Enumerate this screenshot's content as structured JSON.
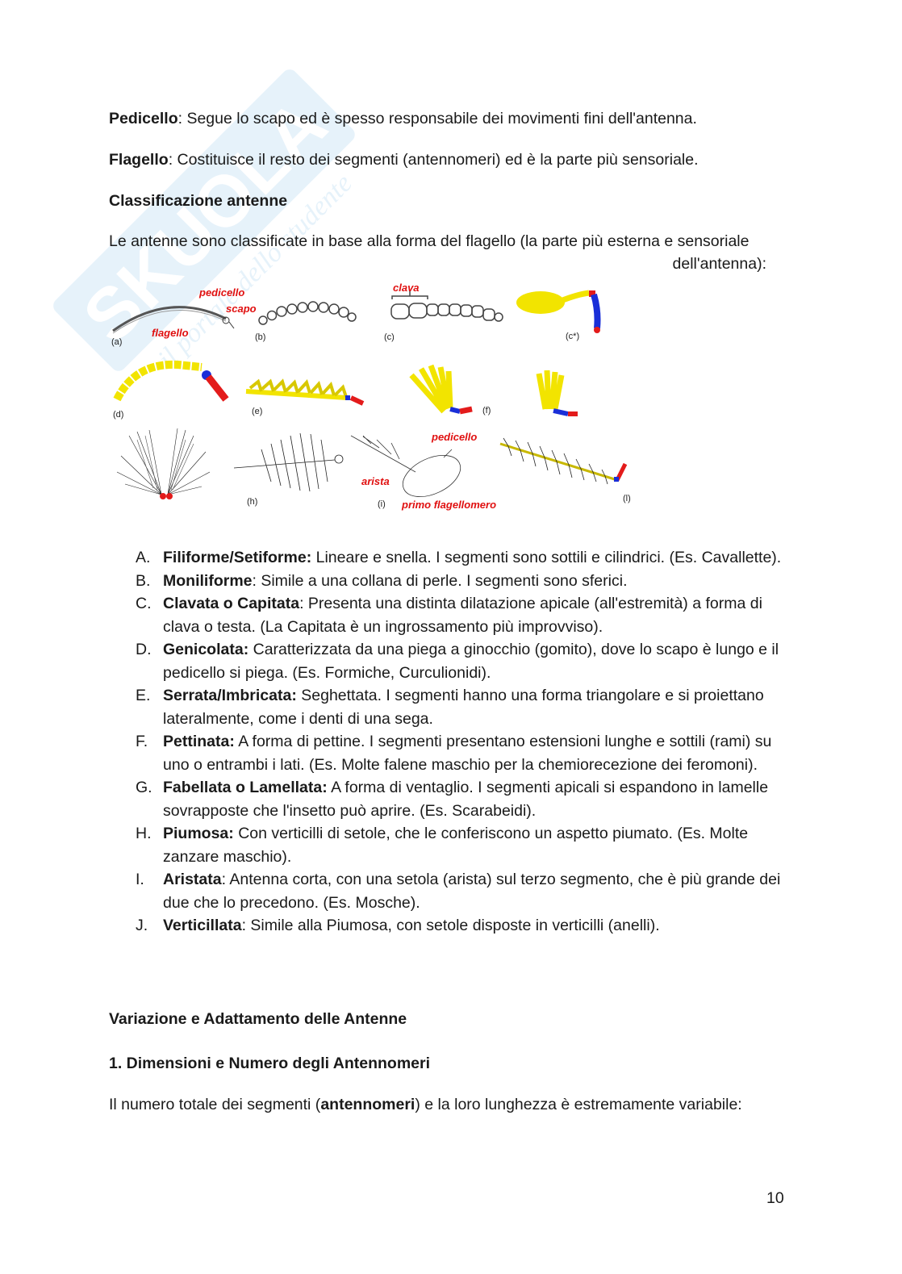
{
  "para1": {
    "term": "Pedicello",
    "text": ": Segue lo scapo ed è spesso responsabile dei movimenti fini dell'antenna."
  },
  "para2": {
    "term": "Flagello",
    "text": ": Costituisce il resto dei segmenti (antennomeri) ed è la parte più sensoriale."
  },
  "heading1": "Classificazione antenne",
  "intro": {
    "line1": "Le antenne sono classificate in base alla forma del flagello (la parte più esterna e sensoriale",
    "line2": "dell'antenna):"
  },
  "figure": {
    "labels": [
      "(a)",
      "(b)",
      "(c)",
      "(c*)",
      "(d)",
      "(e)",
      "(f)",
      "(h)",
      "(i)",
      "(l)"
    ],
    "red_labels": {
      "pedicello": "pedicello",
      "scapo": "scapo",
      "flagello": "flagello",
      "clava": "clava",
      "pedicello2": "pedicello",
      "arista": "arista",
      "primo": "primo flagellomero"
    }
  },
  "list": [
    {
      "marker": "A.",
      "term": "Filiforme/Setiforme:",
      "text": " Lineare e snella. I segmenti sono sottili e cilindrici. (Es. Cavallette)."
    },
    {
      "marker": "B.",
      "term": "Moniliforme",
      "text": ": Simile a una collana di perle. I segmenti sono sferici."
    },
    {
      "marker": "C.",
      "term": "Clavata o Capitata",
      "text": ": Presenta una distinta dilatazione apicale (all'estremità) a forma di clava o testa. (La Capitata è un ingrossamento più improvviso)."
    },
    {
      "marker": "D.",
      "term": "Genicolata:",
      "text": " Caratterizzata da una piega a ginocchio (gomito), dove lo scapo è lungo e il pedicello si piega. (Es. Formiche, Curculionidi)."
    },
    {
      "marker": "E.",
      "term": "Serrata/Imbricata:",
      "text": " Seghettata. I segmenti hanno una forma triangolare e si proiettano lateralmente, come i denti di una sega."
    },
    {
      "marker": "F.",
      "term": "Pettinata:",
      "text": " A forma di pettine. I segmenti presentano estensioni lunghe e sottili (rami) su uno o entrambi i lati. (Es. Molte falene maschio per la chemiorecezione dei feromoni)."
    },
    {
      "marker": "G.",
      "term": "Fabellata o Lamellata:",
      "text": " A forma di ventaglio. I segmenti apicali si espandono in lamelle sovrapposte che l'insetto può aprire. (Es. Scarabeidi)."
    },
    {
      "marker": "H.",
      "term": "Piumosa:",
      "text": " Con verticilli di setole, che le conferiscono un aspetto piumato. (Es. Molte zanzare maschio)."
    },
    {
      "marker": "I.",
      "term": "Aristata",
      "text": ": Antenna corta, con una setola (arista) sul terzo segmento, che è più grande dei due che lo precedono. (Es. Mosche)."
    },
    {
      "marker": "J.",
      "term": "Verticillata",
      "text": ": Simile alla Piumosa, con setole disposte in verticilli (anelli)."
    }
  ],
  "heading2": "Variazione e Adattamento delle Antenne",
  "heading3": "1. Dimensioni e Numero degli Antennomeri",
  "para3": {
    "pre": "Il numero totale dei segmenti (",
    "term": "antennomeri",
    "post": ") e la loro lunghezza è estremamente variabile:"
  },
  "page_number": "10",
  "watermark": {
    "brand": "SKUOLA.net",
    "tagline": "il portale dello studente"
  }
}
